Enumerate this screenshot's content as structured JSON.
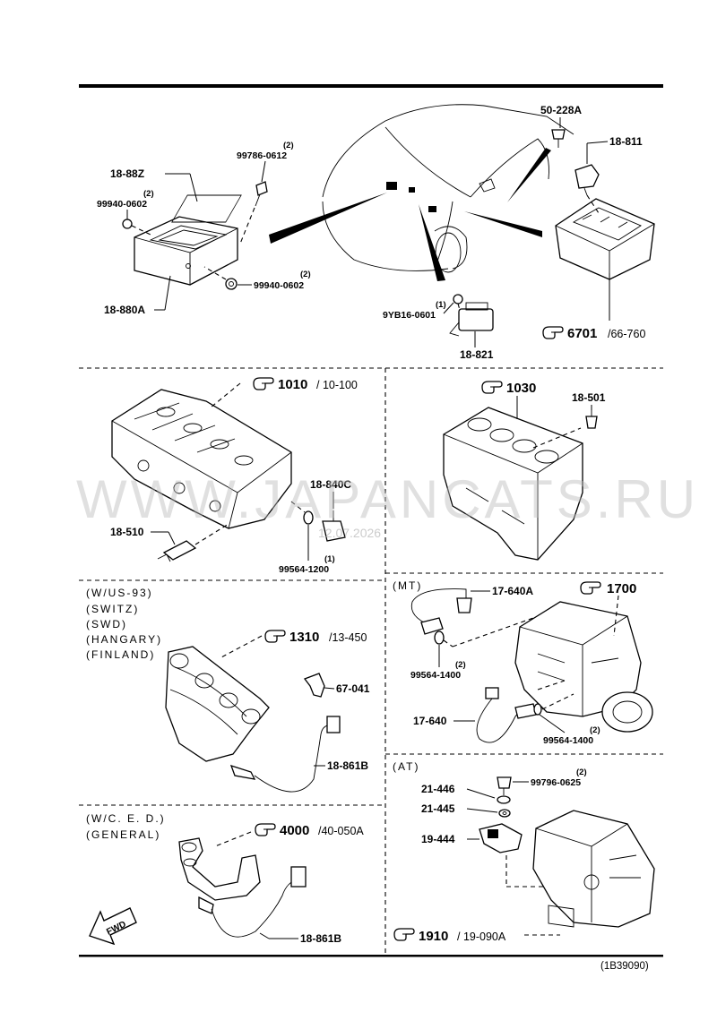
{
  "top": {
    "pn_50_228a": "50-228A",
    "pn_18_811": "18-811",
    "pn_18_88z": "18-88Z",
    "pn_99786_0612": "99786-0612",
    "qty_99786_0612": "(2)",
    "pn_99940_0602_a": "99940-0602",
    "qty_99940_0602_a": "(2)",
    "pn_99940_0602_b": "99940-0602",
    "qty_99940_0602_b": "(2)",
    "pn_18_880a": "18-880A",
    "pn_9yb16_0601": "9YB16-0601",
    "qty_9yb16_0601": "(1)",
    "pn_18_821": "18-821",
    "ref_6701_main": "6701",
    "ref_6701_sub": "/66-760"
  },
  "head": {
    "ref_1010_main": "1010",
    "ref_1010_sub": "/ 10-100",
    "pn_18_840c": "18-840C",
    "pn_18_510": "18-510",
    "pn_99564_1200": "99564-1200",
    "qty_99564_1200": "(1)"
  },
  "block": {
    "ref_1030_main": "1030",
    "pn_18_501": "18-501"
  },
  "manifold": {
    "cond": [
      "(W/US-93)",
      "(SWITZ)",
      "(SWD)",
      "(HANGARY)",
      "(FINLAND)"
    ],
    "ref_1310_main": "1310",
    "ref_1310_sub": "/13-450",
    "pn_67_041": "67-041",
    "pn_18_861b": "18-861B"
  },
  "mt": {
    "cond": "(MT)",
    "pn_17_640a": "17-640A",
    "ref_1700_main": "1700",
    "pn_99564_1400_a": "99564-1400",
    "qty_99564_1400_a": "(2)",
    "pn_17_640": "17-640",
    "pn_99564_1400_b": "99564-1400",
    "qty_99564_1400_b": "(2)"
  },
  "exhaust": {
    "cond": [
      "(W/C. E. D.)",
      "(GENERAL)"
    ],
    "ref_4000_main": "4000",
    "ref_4000_sub": "/40-050A",
    "pn_18_861b": "18-861B",
    "fwd": "FWD"
  },
  "at": {
    "cond": "(AT)",
    "pn_99796_0625": "99796-0625",
    "qty_99796_0625": "(2)",
    "pn_21_446": "21-446",
    "pn_21_445": "21-445",
    "pn_19_444": "19-444",
    "ref_1910_main": "1910",
    "ref_1910_sub": "/ 19-090A"
  },
  "watermark": {
    "site": "WWW.JAPANCATS.RU",
    "date": "12.07.2026"
  },
  "footer": {
    "code": "(1B39090)"
  }
}
